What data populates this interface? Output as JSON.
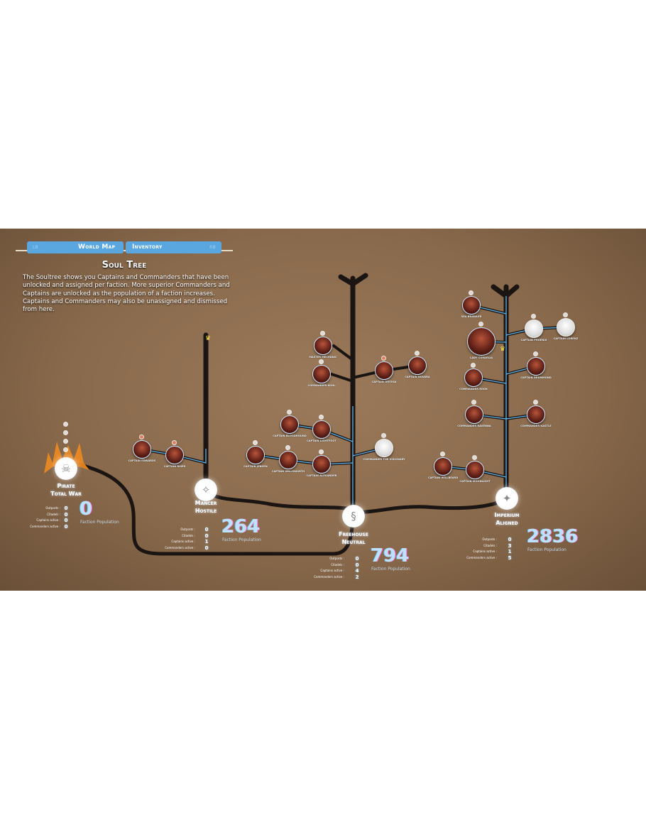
{
  "tabs": {
    "left_hint": "LB",
    "world_map": "World Map",
    "inventory": "Inventory",
    "right_hint": "RB"
  },
  "title": "Soul Tree",
  "description": "The Soultree shows you Captains and Commanders that have been unlocked and assigned per faction. More superior Commanders and Captains are unlocked as the population of a faction increases. Captains and Commanders may also be unassigned and dismissed from here.",
  "stat_labels": {
    "outposts": "Outposts :",
    "citadels": "Citadels :",
    "captains": "Captains active :",
    "commanders": "Commanders active :",
    "population": "Faction Population"
  },
  "factions": [
    {
      "name": "Pirate",
      "status": "Total War",
      "digits": [
        "0",
        "0",
        "0",
        "0"
      ],
      "population": "0",
      "icon": "pirate-skull-icon"
    },
    {
      "name": "Mancer",
      "status": "Hostile",
      "digits": [
        "0",
        "0",
        "1",
        "0"
      ],
      "population": "264",
      "icon": "mancer-flame-icon"
    },
    {
      "name": "Freehouse",
      "status": "Neutral",
      "digits": [
        "0",
        "0",
        "4",
        "2"
      ],
      "population": "794",
      "icon": "freehouse-seahorse-icon"
    },
    {
      "name": "Imperium",
      "status": "Aligned",
      "digits": [
        "0",
        "3",
        "1",
        "5"
      ],
      "population": "2836",
      "icon": "imperium-star-icon"
    }
  ],
  "nodes": [
    {
      "name": "Captain Edwards"
    },
    {
      "name": "Captain Riser"
    },
    {
      "name": "Master Mechanic"
    },
    {
      "name": "Commander Kohl"
    },
    {
      "name": "Captain Ortega"
    },
    {
      "name": "Captain Novara"
    },
    {
      "name": "Captain Bloodhound"
    },
    {
      "name": "Captain Lightfoot"
    },
    {
      "name": "Captain Jensen"
    },
    {
      "name": "Captain Hellsworth"
    },
    {
      "name": "Captain Alexander"
    },
    {
      "name": "Commander the Visionary"
    },
    {
      "name": "Sea Brawler"
    },
    {
      "name": "Lady Cordelia"
    },
    {
      "name": "Captain Phoenix"
    },
    {
      "name": "Captain Lorenz"
    },
    {
      "name": "Commander Rook"
    },
    {
      "name": "Captain Drummond"
    },
    {
      "name": "Commander Ravenna"
    },
    {
      "name": "Commander Kastle"
    },
    {
      "name": "Captain Hellbeard"
    },
    {
      "name": "Captain Moonlight"
    }
  ],
  "colors": {
    "accent": "#5aa7e0",
    "branch_glow": "#6cc4ff",
    "bark": "#1a1412",
    "background": "#8a6a4c"
  }
}
